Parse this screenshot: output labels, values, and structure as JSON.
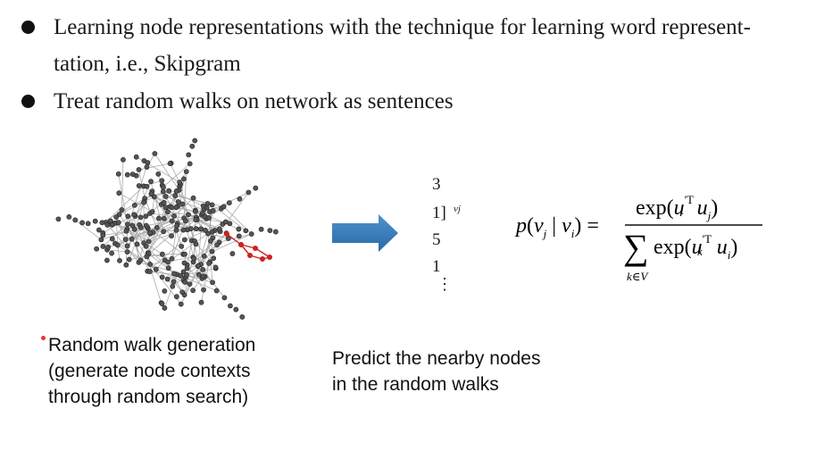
{
  "bullets": [
    {
      "line1": "Learning node representations with the technique for learning word represent-",
      "line2": "tation, i.e., Skipgram"
    },
    {
      "line1": "Treat random walks on network as sentences"
    }
  ],
  "walk_sequence": {
    "items": [
      "3",
      "1",
      "5",
      "1"
    ],
    "marker": "vj",
    "ellipsis": "⋮"
  },
  "formula": {
    "lhs": "p(v_j | v_i) =",
    "numerator": "exp(u'_i^T u_j)",
    "denominator": "Σ_{k∈V} exp(u'_k^T u_i)"
  },
  "captions": {
    "left": [
      "Random walk generation",
      "(generate node contexts",
      "through random search)"
    ],
    "right": [
      "Predict the nearby nodes",
      "in the random walks"
    ]
  },
  "colors": {
    "arrow": "#3a7db8",
    "highlight": "#cc2222",
    "node": "#555555",
    "edge": "#aaaaaa"
  }
}
